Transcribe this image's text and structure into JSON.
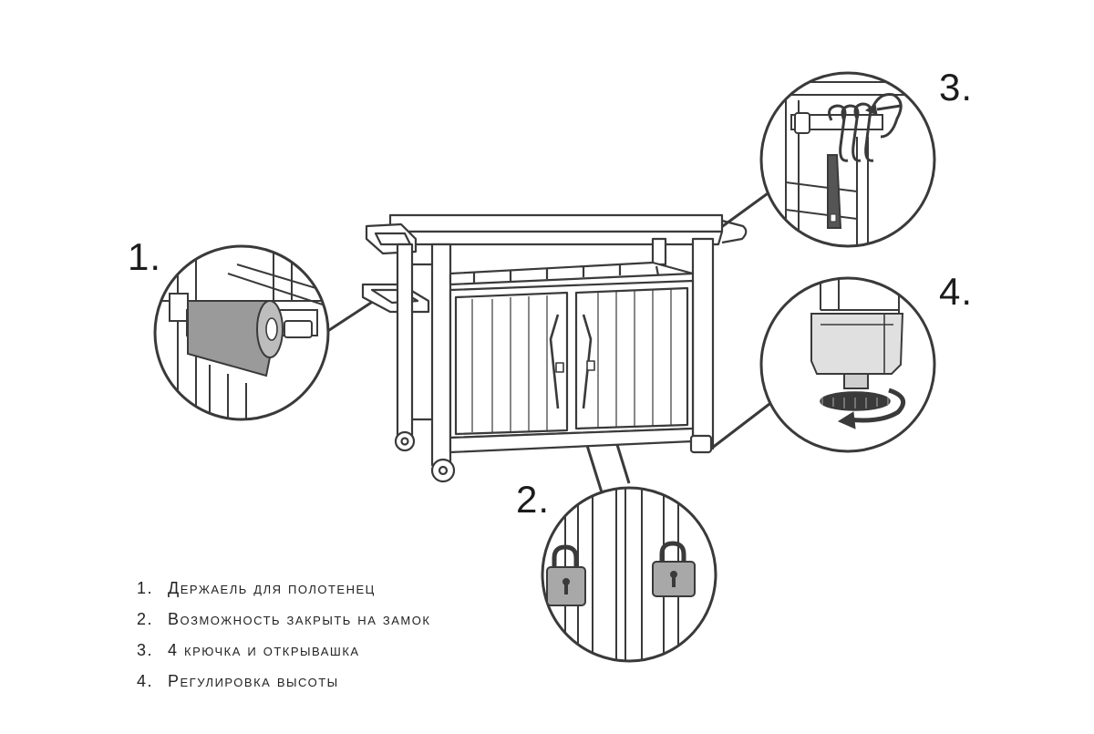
{
  "callouts": [
    {
      "number": "1.",
      "icon": "paper-towel-holder-icon"
    },
    {
      "number": "2.",
      "icon": "padlock-icon"
    },
    {
      "number": "3.",
      "icon": "hooks-and-bottle-opener-icon"
    },
    {
      "number": "4.",
      "icon": "adjustable-foot-icon"
    }
  ],
  "legend": [
    {
      "number": "1.",
      "text": "Держаель для полотенец"
    },
    {
      "number": "2.",
      "text": "Возможность закрыть на замок"
    },
    {
      "number": "3.",
      "text": "4 крючка и открывашка"
    },
    {
      "number": "4.",
      "text": "Регулировка высоты"
    }
  ],
  "colors": {
    "line": "#3a3a3a",
    "fill": "#ffffff",
    "towel": "#9a9a9a",
    "padlock": "#a8a8a8",
    "foot": "#cfcfcf",
    "text": "#222222"
  }
}
